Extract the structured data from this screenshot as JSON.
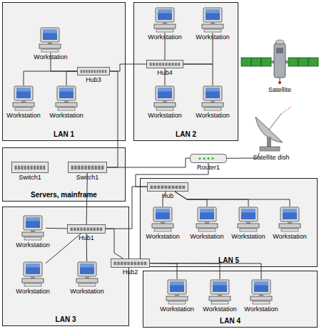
{
  "diagram": {
    "nodes": [
      {
        "text": [
          "LAN 1"
        ]
      },
      {
        "text": [
          "Workstation"
        ],
        "in": 0
      },
      {
        "text": [
          "Hub3"
        ],
        "in": 0
      },
      {
        "text": [
          "Workstation"
        ],
        "in": 0
      },
      {
        "text": [
          "Workstation"
        ],
        "in": 0
      },
      {
        "text": [
          "LAN 2"
        ]
      },
      {
        "text": [
          "Workstation"
        ],
        "in": 5
      },
      {
        "text": [
          "Workstation"
        ],
        "in": 5
      },
      {
        "text": [
          "Hub4"
        ],
        "in": 5
      },
      {
        "text": [
          "Workstation"
        ],
        "in": 5
      },
      {
        "text": [
          "Workstation"
        ],
        "in": 5
      },
      {
        "text": [
          "Satellite"
        ]
      },
      {
        "text": [
          "Satellite dish"
        ]
      },
      {
        "text": [
          "Servers, mainframe"
        ]
      },
      {
        "text": [
          "Switch1"
        ],
        "in": 13
      },
      {
        "text": [
          "Switch1"
        ],
        "in": 13
      },
      {
        "text": [
          "Router1"
        ]
      },
      {
        "text": [
          "LAN 5"
        ]
      },
      {
        "text": [
          "Hub"
        ],
        "in": 17
      },
      {
        "text": [
          "Workstation"
        ],
        "in": 17
      },
      {
        "text": [
          "Workstation"
        ],
        "in": 17
      },
      {
        "text": [
          "Workstation"
        ],
        "in": 17
      },
      {
        "text": [
          "Workstation"
        ],
        "in": 17
      },
      {
        "text": [
          "LAN 3"
        ]
      },
      {
        "text": [
          "Workstation"
        ],
        "in": 23
      },
      {
        "text": [
          "Hub1"
        ],
        "in": 23
      },
      {
        "text": [
          "Workstation"
        ],
        "in": 23
      },
      {
        "text": [
          "Workstation"
        ],
        "in": 23
      },
      {
        "text": [
          "Hub2"
        ]
      },
      {
        "text": [
          "LAN 4"
        ]
      },
      {
        "text": [
          "Workstation"
        ],
        "in": 29
      },
      {
        "text": [
          "Workstation"
        ],
        "in": 29
      },
      {
        "text": [
          "Workstation"
        ],
        "in": 29
      }
    ],
    "edges": [
      {
        "from": 2,
        "to": 1,
        "arrow": "none"
      },
      {
        "from": 2,
        "to": 3,
        "arrow": "none"
      },
      {
        "from": 2,
        "to": 4,
        "arrow": "none"
      },
      {
        "from": 2,
        "to": 8,
        "arrow": "none"
      },
      {
        "from": 8,
        "to": 6,
        "arrow": "none"
      },
      {
        "from": 8,
        "to": 7,
        "arrow": "none"
      },
      {
        "from": 8,
        "to": 9,
        "arrow": "none"
      },
      {
        "from": 8,
        "to": 10,
        "arrow": "none"
      },
      {
        "from": 2,
        "to": 15,
        "arrow": "none"
      },
      {
        "from": 15,
        "to": 16,
        "arrow": "none"
      },
      {
        "from": 16,
        "to": 12,
        "arrow": "none"
      },
      {
        "from": 16,
        "to": 18,
        "arrow": "none"
      },
      {
        "from": 15,
        "to": 25,
        "arrow": "none"
      },
      {
        "from": 25,
        "to": 24,
        "arrow": "none"
      },
      {
        "from": 25,
        "to": 26,
        "arrow": "none"
      },
      {
        "from": 25,
        "to": 27,
        "arrow": "none"
      },
      {
        "from": 25,
        "to": 18,
        "arrow": "none"
      },
      {
        "from": 25,
        "to": 28,
        "arrow": "none"
      },
      {
        "from": 28,
        "to": 30,
        "arrow": "none"
      },
      {
        "from": 28,
        "to": 31,
        "arrow": "none"
      },
      {
        "from": 28,
        "to": 32,
        "arrow": "none"
      },
      {
        "from": 18,
        "to": 19,
        "arrow": "none"
      },
      {
        "from": 18,
        "to": 20,
        "arrow": "none"
      },
      {
        "from": 18,
        "to": 21,
        "arrow": "none"
      },
      {
        "from": 18,
        "to": 22,
        "arrow": "none"
      }
    ]
  }
}
